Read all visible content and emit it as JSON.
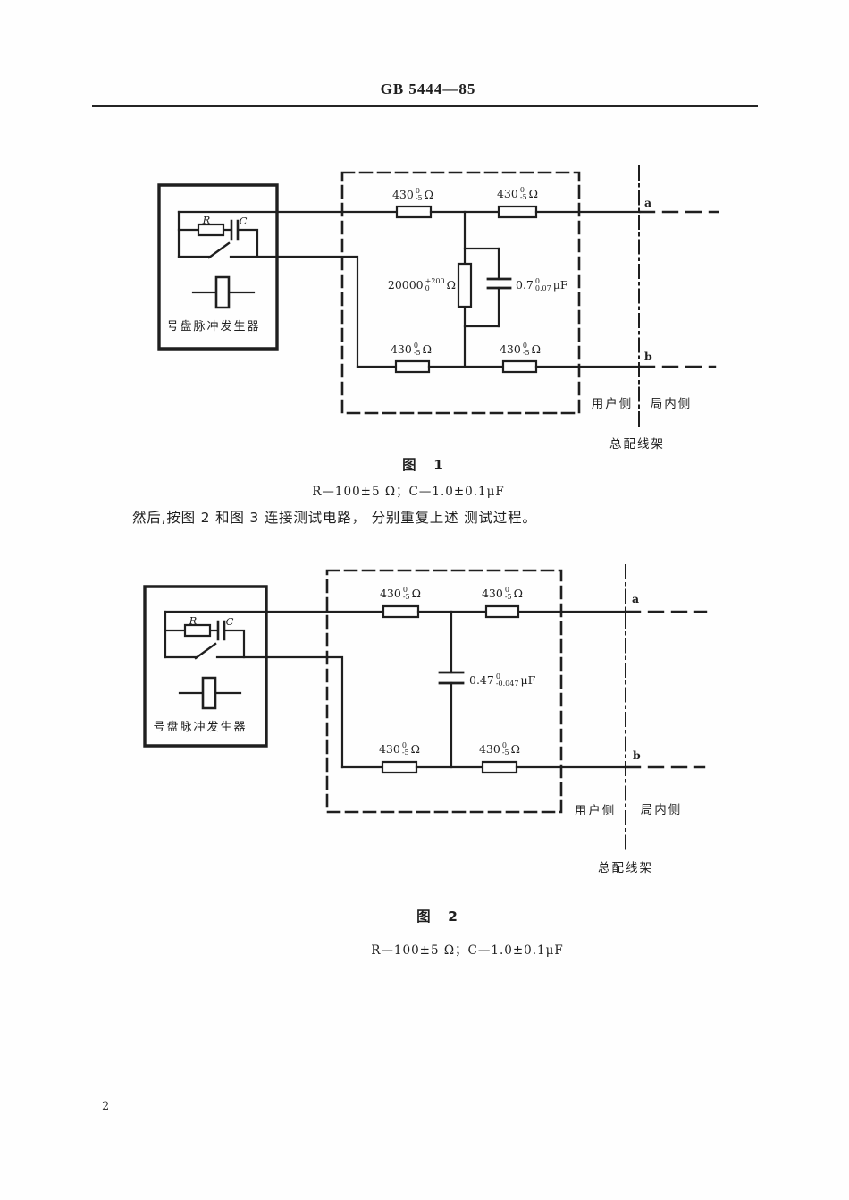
{
  "page": {
    "header": "GB 5444—85",
    "page_number": "2",
    "paragraph": "然后,按图 2 和图 3 连接测试电路， 分别重复上述 测试过程。"
  },
  "fig1": {
    "caption": "图　1",
    "subcaption": "R—100±5 Ω；C—1.0±0.1μF",
    "generator_label": "号盘脉冲发生器",
    "r_label": "R",
    "c_label": "C",
    "r430": {
      "main": "430",
      "sup": "0",
      "sub": "-5",
      "unit": "Ω"
    },
    "shunt_resistor": {
      "main": "20000",
      "sup": "+200",
      "sub": "0",
      "unit": "Ω"
    },
    "shunt_capacitor": {
      "main": "0.7",
      "sup": "0",
      "sub": "0.07",
      "unit": "μF"
    },
    "terminal_a": "a",
    "terminal_b": "b",
    "user_side": "用户侧",
    "office_side": "局内侧",
    "mdf": "总配线架"
  },
  "fig2": {
    "caption": "图　2",
    "subcaption": "R—100±5 Ω；C—1.0±0.1μF",
    "generator_label": "号盘脉冲发生器",
    "r_label": "R",
    "c_label": "C",
    "r430": {
      "main": "430",
      "sup": "0",
      "sub": "-5",
      "unit": "Ω"
    },
    "shunt_capacitor": {
      "main": "0.47",
      "sup": "0",
      "sub": "-0.047",
      "unit": "μF"
    },
    "terminal_a": "a",
    "terminal_b": "b",
    "user_side": "用户侧",
    "office_side": "局内侧",
    "mdf": "总配线架"
  }
}
